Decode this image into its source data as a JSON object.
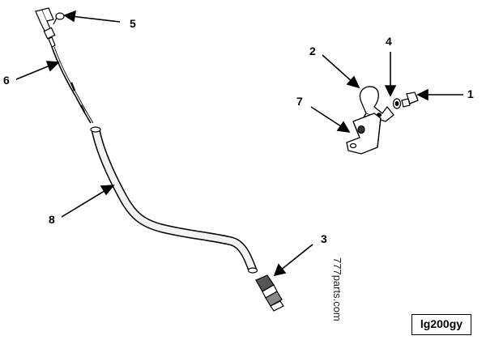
{
  "callouts": {
    "c1": "1",
    "c2": "2",
    "c3": "3",
    "c4": "4",
    "c5": "5",
    "c6": "6",
    "c7": "7",
    "c8": "8"
  },
  "watermark": "777parts.com",
  "figure_code": "lg200gy",
  "colors": {
    "ink": "#000000",
    "pipe_fill": "#f2f2f2",
    "part_fill": "#ffffff",
    "shade": "#555555"
  }
}
